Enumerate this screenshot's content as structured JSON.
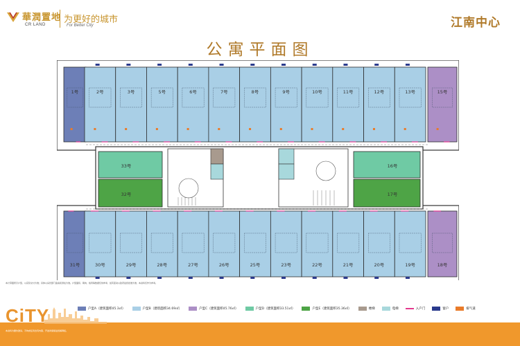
{
  "header": {
    "logo_cn": "華潤置地",
    "logo_en": "CR LAND",
    "slogan_cn": "为更好的城市",
    "slogan_en": "For Better City",
    "project_name": "江南中心"
  },
  "title": "公寓平面图",
  "colors": {
    "type_a": "#6d7fb7",
    "type_b": "#a9cfe6",
    "type_c": "#ac8fc6",
    "type_d": "#6fcaa4",
    "type_e": "#4ea446",
    "stairs": "#a89a8e",
    "elevator": "#a8d8dc",
    "entry": "#e3388d",
    "window": "#2a3a8c",
    "vent": "#e97b2a",
    "accent_gold": "#b07a2a",
    "orange": "#f0982c"
  },
  "units_top": [
    "1号",
    "2号",
    "3号",
    "5号",
    "6号",
    "7号",
    "8号",
    "9号",
    "10号",
    "11号",
    "12号",
    "13号",
    "15号"
  ],
  "units_bottom": [
    "31号",
    "30号",
    "29号",
    "28号",
    "27号",
    "26号",
    "25号",
    "23号",
    "22号",
    "21号",
    "20号",
    "19号",
    "18号"
  ],
  "units_left_mid": [
    "33号",
    "32号"
  ],
  "units_right_mid": [
    "16号",
    "17号"
  ],
  "legend": [
    {
      "label": "户型A（建筑面积45.3㎡）",
      "color_key": "type_a",
      "kind": "box"
    },
    {
      "label": "户型B（建筑面积34.69㎡）",
      "color_key": "type_b",
      "kind": "box"
    },
    {
      "label": "户型C（建筑面积45.76㎡）",
      "color_key": "type_c",
      "kind": "box"
    },
    {
      "label": "户型D（建筑面积33.51㎡）",
      "color_key": "type_d",
      "kind": "box"
    },
    {
      "label": "户型E（建筑面积35.36㎡）",
      "color_key": "type_e",
      "kind": "box"
    },
    {
      "label": "楼梯",
      "color_key": "stairs",
      "kind": "box"
    },
    {
      "label": "电梯",
      "color_key": "elevator",
      "kind": "box"
    },
    {
      "label": "入户门",
      "color_key": "entry",
      "kind": "line"
    },
    {
      "label": "窗户",
      "color_key": "window",
      "kind": "box"
    },
    {
      "label": "排气道",
      "color_key": "vent",
      "kind": "box"
    }
  ],
  "footer": {
    "city_logo": "CiTY",
    "disclaimer": "本计算图所示户型，以实际交付为准；具体以房管部门备案和测绘为准。户型面积、朝向、格局等数据仅供参考，如有变动以政府最终批准为准，本资料仅作为参考。",
    "note": "本资料为要约邀请，不构成任何合同内容，开发商保留最终解释权。"
  }
}
